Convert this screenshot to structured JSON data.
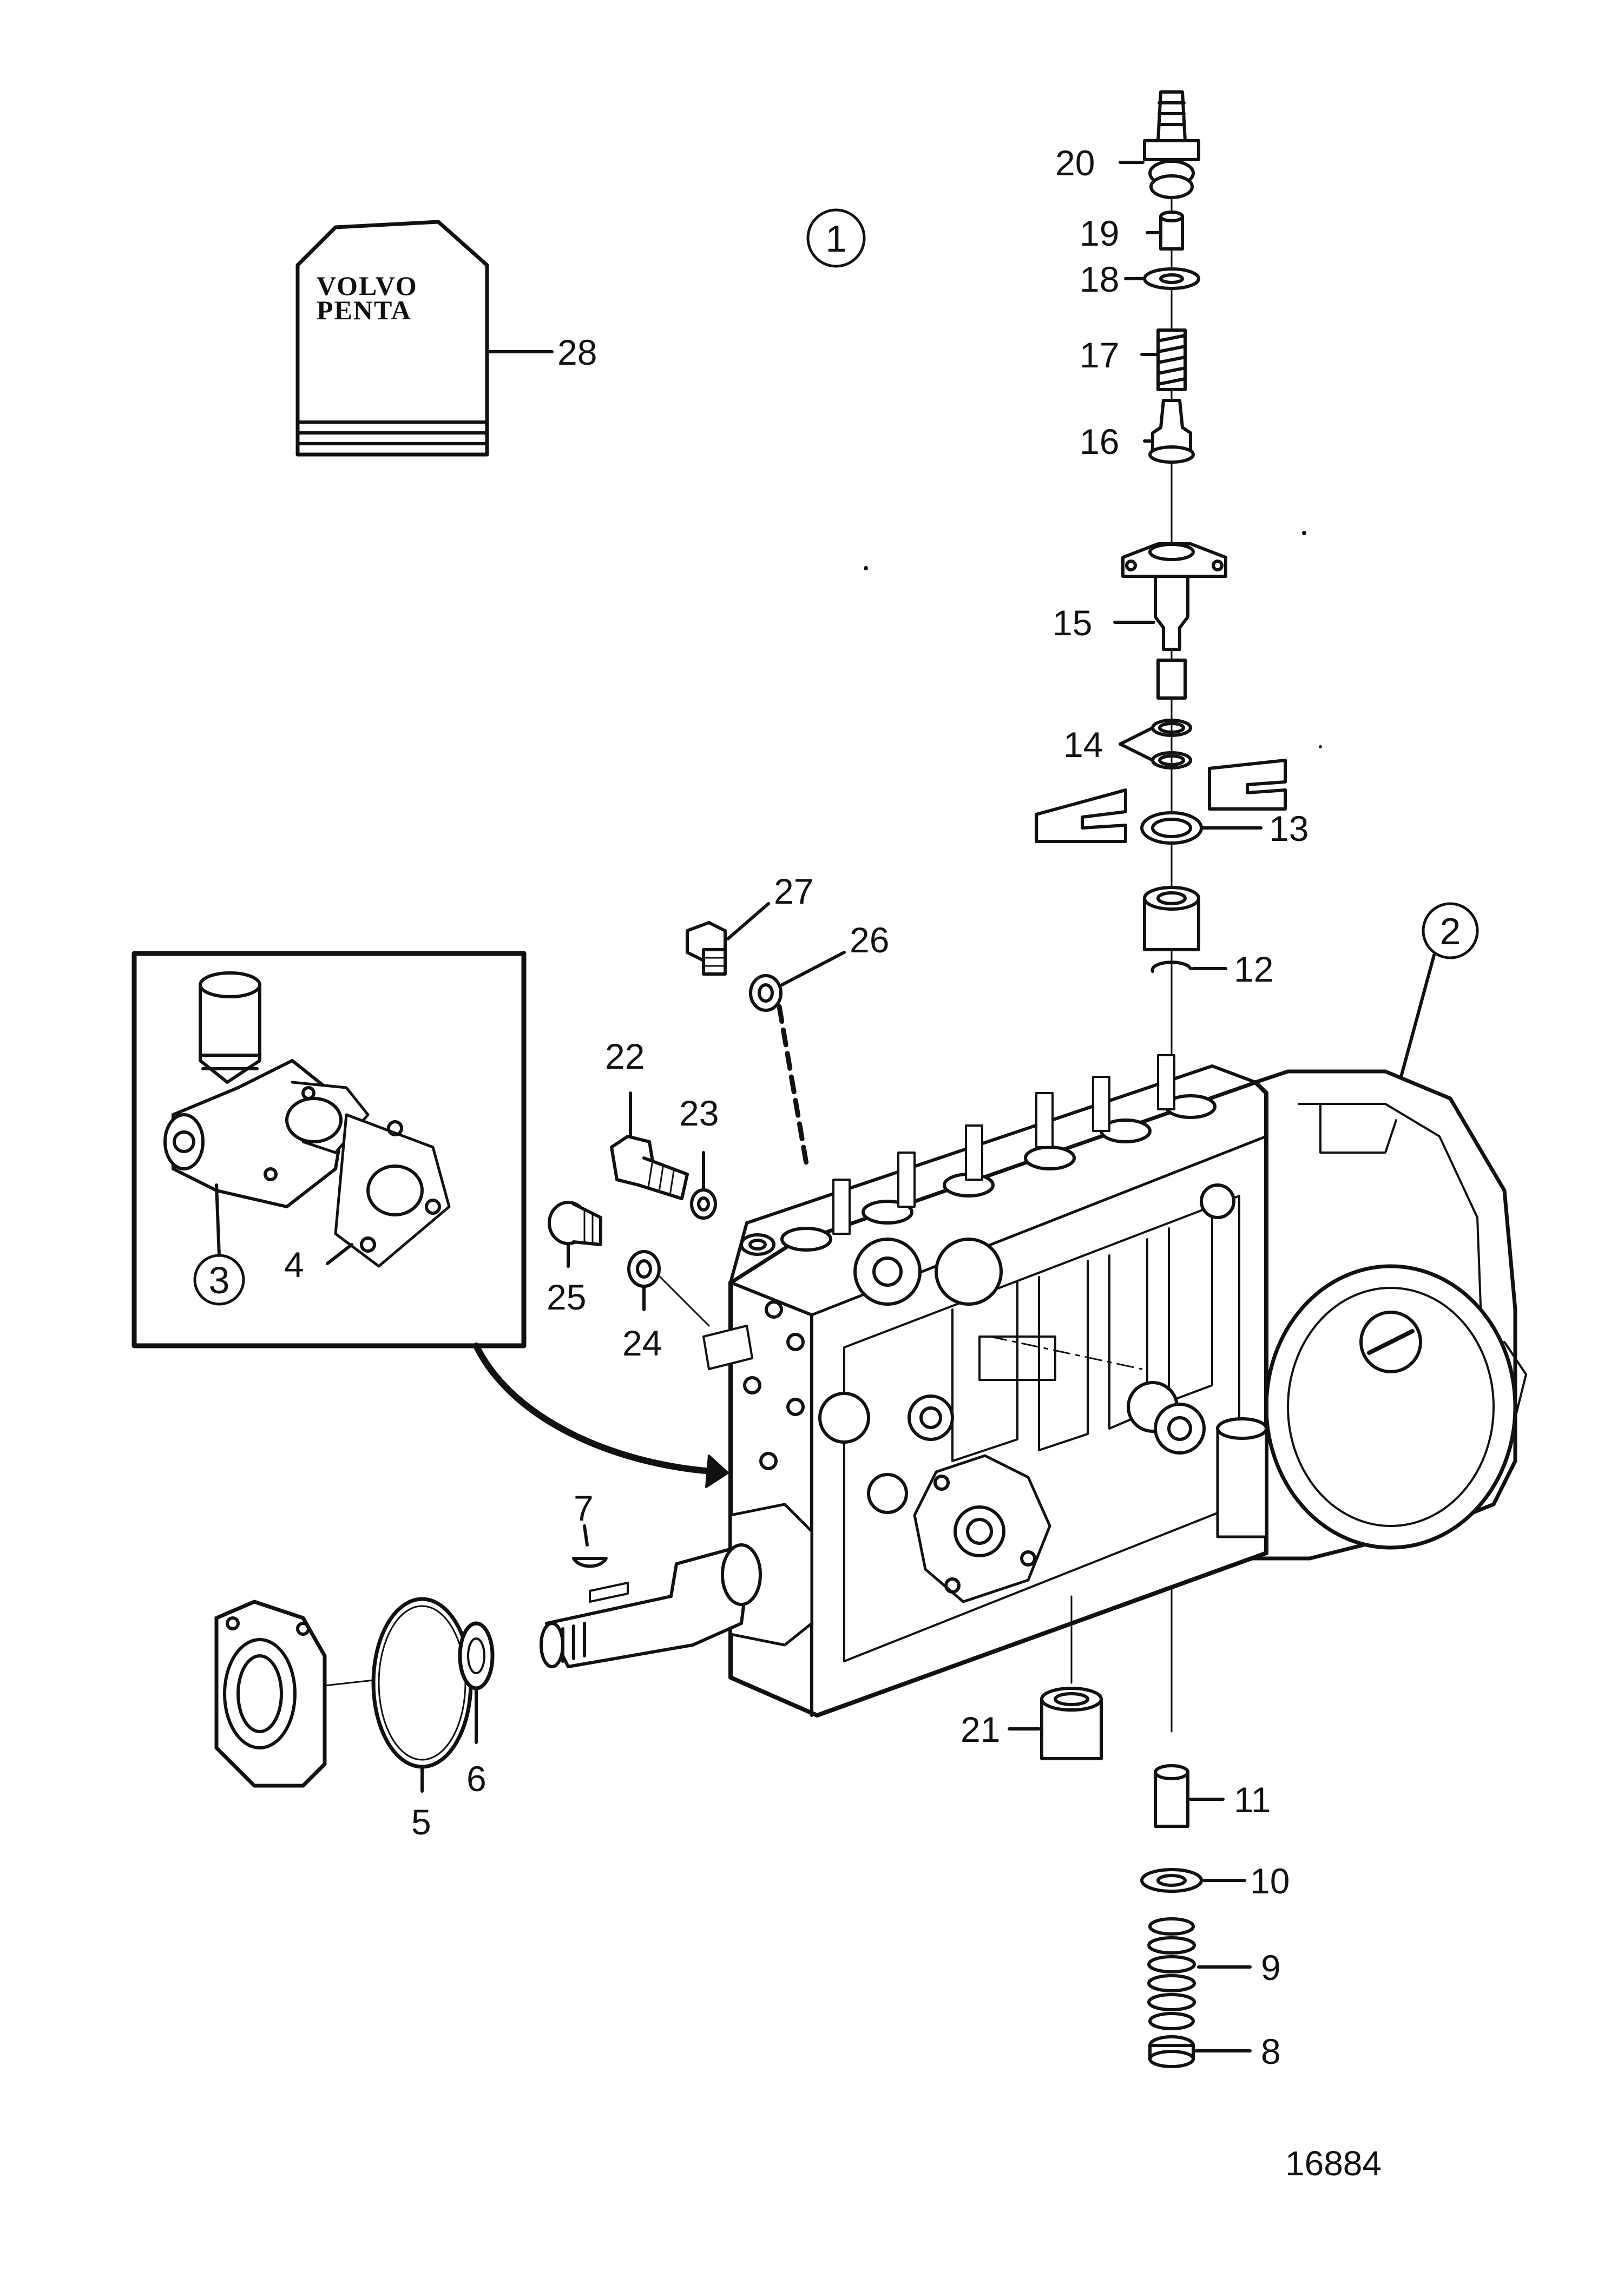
{
  "manual": {
    "brand_line1": "VOLVO",
    "brand_line2": "PENTA"
  },
  "drawing_number": "16884",
  "callouts": {
    "c1": "1",
    "c2": "2",
    "c3": "3",
    "c4": "4",
    "c5": "5",
    "c6": "6",
    "c7": "7",
    "c8": "8",
    "c9": "9",
    "c10": "10",
    "c11": "11",
    "c12": "12",
    "c13": "13",
    "c14": "14",
    "c15": "15",
    "c16": "16",
    "c17": "17",
    "c18": "18",
    "c19": "19",
    "c20": "20",
    "c21": "21",
    "c22": "22",
    "c23": "23",
    "c24": "24",
    "c25": "25",
    "c26": "26",
    "c27": "27",
    "c28": "28"
  },
  "colors": {
    "ink": "#111111",
    "paper": "#ffffff"
  }
}
